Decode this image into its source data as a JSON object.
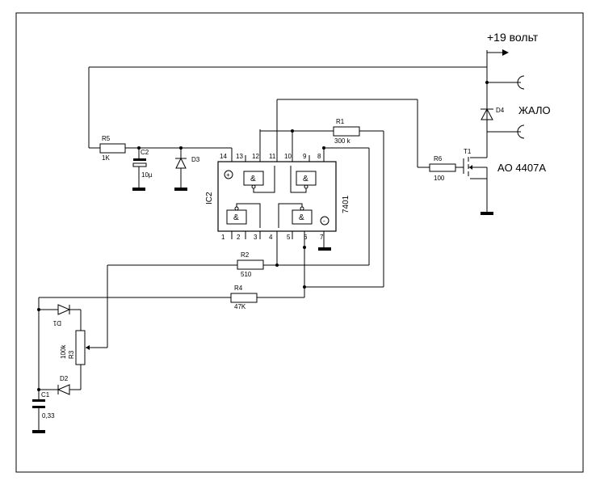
{
  "labels": {
    "supply": "+19 вольт",
    "tip": "ЖАЛО",
    "mosfet_part": "AO 4407A",
    "ic_name": "IC2",
    "ic_part": "7401"
  },
  "components": {
    "r1": {
      "ref": "R1",
      "value": "300 k"
    },
    "r2": {
      "ref": "R2",
      "value": "510"
    },
    "r3": {
      "ref": "R3",
      "value": "100k"
    },
    "r4": {
      "ref": "R4",
      "value": "47K"
    },
    "r5": {
      "ref": "R5",
      "value": "1K"
    },
    "r6": {
      "ref": "R6",
      "value": "100"
    },
    "c1": {
      "ref": "C1",
      "value": "0,33"
    },
    "c2": {
      "ref": "C2",
      "value": "10µ"
    },
    "d1": {
      "ref": "D1"
    },
    "d2": {
      "ref": "D2"
    },
    "d3": {
      "ref": "D3"
    },
    "d4": {
      "ref": "D4"
    },
    "t1": {
      "ref": "T1"
    }
  },
  "ic_pins": {
    "top": [
      "14",
      "13",
      "12",
      "11",
      "10",
      "9",
      "8"
    ],
    "bottom": [
      "1",
      "2",
      "3",
      "4",
      "5",
      "6",
      "7"
    ]
  },
  "gate_symbol": "&",
  "plus_sign": "+",
  "minus_sign": "-"
}
